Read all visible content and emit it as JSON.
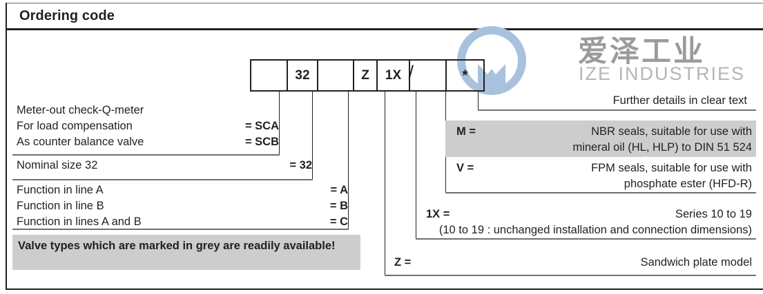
{
  "page": {
    "title": "Ordering code"
  },
  "watermark": {
    "logo_icon": "ize-m-logo-icon",
    "chinese_name": "爱泽工业",
    "english_name": "IZE INDUSTRIES",
    "logo_color": "#a8c2dd",
    "text_color": "#9b9b9b"
  },
  "code_boxes": [
    {
      "value": "",
      "width": 53
    },
    {
      "value": "32",
      "width": 44
    },
    {
      "value": "",
      "width": 52
    },
    {
      "value": "Z",
      "width": 34
    },
    {
      "value": "1X",
      "width": 47,
      "slash": "/"
    },
    {
      "value": "",
      "width": 53
    },
    {
      "value": "*",
      "width": 53
    }
  ],
  "left_blocks": [
    {
      "name": "type-block",
      "lines": [
        {
          "label": "Meter-out check-Q-meter",
          "code": ""
        },
        {
          "label": "For load compensation",
          "code": "= SCA"
        },
        {
          "label": "As counter balance valve",
          "code": "= SCB"
        }
      ]
    },
    {
      "name": "nominal-size-block",
      "lines": [
        {
          "label": "Nominal size 32",
          "code": "= 32"
        }
      ]
    },
    {
      "name": "function-block",
      "lines": [
        {
          "label": "Function in line A",
          "code": "= A"
        },
        {
          "label": "Function in line B",
          "code": "= B"
        },
        {
          "label": "Function in lines A and B",
          "code": "= C"
        }
      ]
    }
  ],
  "grey_note": {
    "text": "Valve types which are marked in grey are readily available!",
    "background": "#cdcdcd"
  },
  "right_blocks": {
    "further_details": {
      "key": "",
      "value": "Further details in clear text"
    },
    "seal_m": {
      "key": "M =",
      "line1": "NBR seals, suitable for use with",
      "line2": "mineral oil (HL, HLP) to DIN 51 524",
      "highlighted": true
    },
    "seal_v": {
      "key": "V =",
      "line1": "FPM seals, suitable for use with",
      "line2": "phosphate ester (HFD-R)",
      "highlighted": false
    },
    "series": {
      "key": "1X =",
      "line1": "Series 10 to 19",
      "line2": "(10 to 19 : unchanged installation and connection dimensions)"
    },
    "model": {
      "key": "Z =",
      "value": "Sandwich plate model"
    }
  }
}
